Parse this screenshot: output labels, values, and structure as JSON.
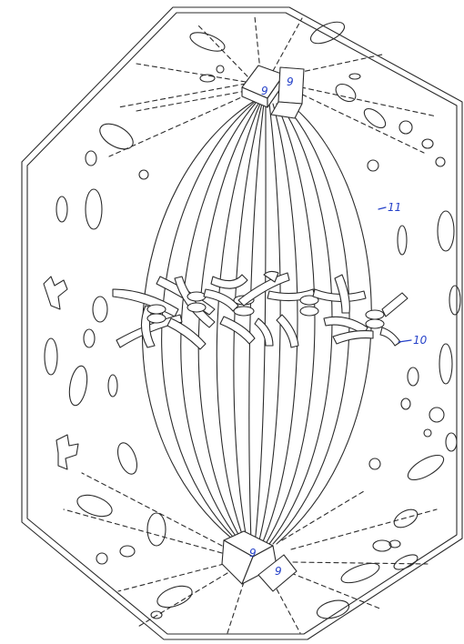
{
  "labels": {
    "centriole_top_left": "9",
    "centriole_top_right": "9",
    "centriole_bottom_left": "9",
    "centriole_bottom_right": "9",
    "spindle_label": "11",
    "metaphase_plate_label": "10"
  },
  "colors": {
    "ink": "#2b2b2b",
    "annotation": "#2440c8",
    "background": "#ffffff"
  }
}
